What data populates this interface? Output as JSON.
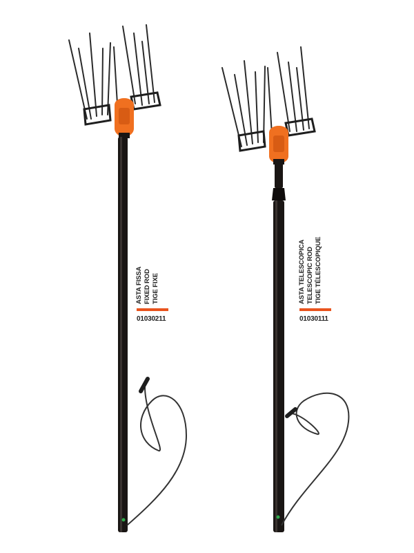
{
  "products": [
    {
      "labels": [
        "ASTA FISSA",
        "FIXED ROD",
        "TIGE FIXE"
      ],
      "code": "01030211"
    },
    {
      "labels": [
        "ASTA TELESCOPICA",
        "TELESCOPIC ROD",
        "TIGE TÉLESCOPIQUE"
      ],
      "code": "01030111"
    }
  ],
  "colors": {
    "accent": "#e9531d",
    "head_orange": "#f07020",
    "rod": "#1a1614",
    "tines": "#2a2a2a",
    "cable": "#333333",
    "led": "#2ea84a"
  }
}
